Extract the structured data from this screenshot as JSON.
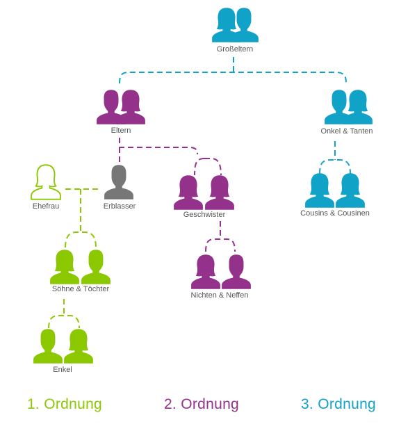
{
  "colors": {
    "order1": "#8cc800",
    "order2": "#94318a",
    "order3": "#11a2c8",
    "deceased": "#777777",
    "label": "#555555"
  },
  "nodes": {
    "grosseltern": "Großeltern",
    "eltern": "Eltern",
    "onkel_tanten": "Onkel & Tanten",
    "ehefrau": "Ehefrau",
    "erblasser": "Erblasser",
    "geschwister": "Geschwister",
    "cousins": "Cousins & Cousinen",
    "soehne_toechter": "Söhne & Töchter",
    "nichten_neffen": "Nichten & Neffen",
    "enkel": "Enkel"
  },
  "legend": {
    "order1": "1. Ordnung",
    "order2": "2. Ordnung",
    "order3": "3. Ordnung"
  }
}
